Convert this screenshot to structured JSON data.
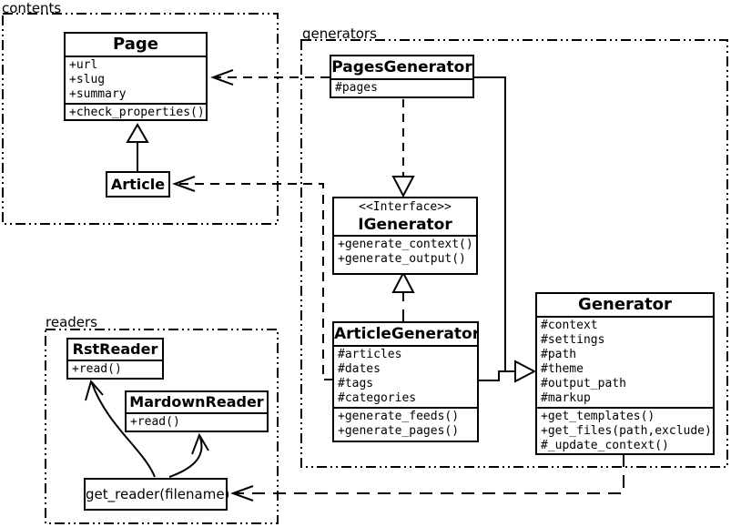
{
  "diagram": {
    "packages": {
      "contents": {
        "label": "contents"
      },
      "generators": {
        "label": "generators"
      },
      "readers": {
        "label": "readers"
      }
    },
    "classes": {
      "page": {
        "title": "Page",
        "attributes": [
          "+url",
          "+slug",
          "+summary"
        ],
        "methods": [
          "+check_properties()"
        ]
      },
      "article": {
        "title": "Article"
      },
      "pages_generator": {
        "title": "PagesGenerator",
        "attributes": [
          "#pages"
        ]
      },
      "igenerator": {
        "stereotype": "<<Interface>>",
        "title": "IGenerator",
        "methods": [
          "+generate_context()",
          "+generate_output()"
        ]
      },
      "article_generator": {
        "title": "ArticleGenerator",
        "attributes": [
          "#articles",
          "#dates",
          "#tags",
          "#categories"
        ],
        "methods": [
          "+generate_feeds()",
          "+generate_pages()"
        ]
      },
      "generator": {
        "title": "Generator",
        "attributes": [
          "#context",
          "#settings",
          "#path",
          "#theme",
          "#output_path",
          "#markup"
        ],
        "methods": [
          "+get_templates()",
          "+get_files(path,exclude)",
          "#_update_context()"
        ]
      },
      "rst_reader": {
        "title": "RstReader",
        "methods": [
          "+read()"
        ]
      },
      "mardown_reader": {
        "title": "MardownReader",
        "methods": [
          "+read()"
        ]
      },
      "get_reader": {
        "label": "get_reader(filename)"
      }
    },
    "relationships": [
      {
        "from": "Article",
        "to": "Page",
        "type": "inheritance"
      },
      {
        "from": "PagesGenerator",
        "to": "Page",
        "type": "dependency"
      },
      {
        "from": "ArticleGenerator",
        "to": "Article",
        "type": "dependency"
      },
      {
        "from": "PagesGenerator",
        "to": "IGenerator",
        "type": "realization"
      },
      {
        "from": "ArticleGenerator",
        "to": "IGenerator",
        "type": "realization"
      },
      {
        "from": "PagesGenerator",
        "to": "Generator",
        "type": "inheritance"
      },
      {
        "from": "ArticleGenerator",
        "to": "Generator",
        "type": "inheritance"
      },
      {
        "from": "Generator",
        "to": "get_reader(filename)",
        "type": "dependency"
      },
      {
        "from": "get_reader(filename)",
        "to": "RstReader",
        "type": "call"
      },
      {
        "from": "get_reader(filename)",
        "to": "MardownReader",
        "type": "call"
      }
    ],
    "colors": {
      "line": "#000000",
      "background": "#ffffff",
      "box_fill": "#ffffff"
    }
  }
}
